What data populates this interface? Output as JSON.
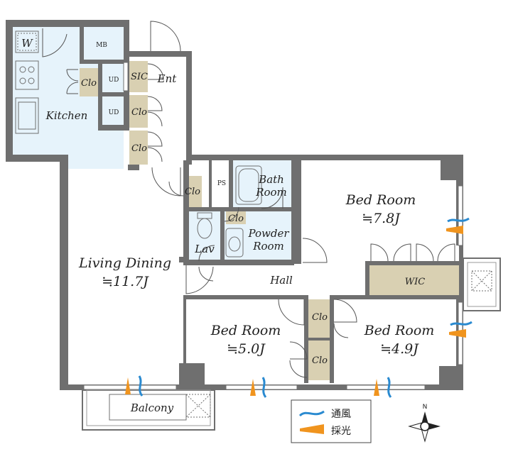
{
  "rooms": {
    "w": "W",
    "mb": "MB",
    "kitchen": "Kitchen",
    "clo_kitchen": "Clo",
    "ud_1": "UD",
    "ud_2": "UD",
    "sic": "SIC",
    "ent": "Ent",
    "clo_ent_1": "Clo",
    "clo_ent_2": "Clo",
    "ps": "PS",
    "clo_hall": "Clo",
    "bath_line1": "Bath",
    "bath_line2": "Room",
    "clo_powder": "Clo",
    "powder_line1": "Powder",
    "powder_line2": "Room",
    "lav": "Lav",
    "bed1_name": "Bed Room",
    "bed1_size": "≒7.8J",
    "living_name": "Living Dining",
    "living_size": "≒11.7J",
    "hall": "Hall",
    "wic": "WIC",
    "bed2_name": "Bed Room",
    "bed2_size": "≒5.0J",
    "clo_bed_1": "Clo",
    "clo_bed_2": "Clo",
    "bed3_name": "Bed Room",
    "bed3_size": "≒4.9J",
    "balcony": "Balcony"
  },
  "legend": {
    "ventilation": "通風",
    "sunlight": "採光"
  },
  "compass": {
    "north": "N"
  },
  "colors": {
    "wall": "#6f6f6f",
    "wet_area": "#e6f3fb",
    "storage": "#d9d0b2",
    "vent_arrow": "#2a8ad0",
    "light_arrow": "#f0941e"
  }
}
